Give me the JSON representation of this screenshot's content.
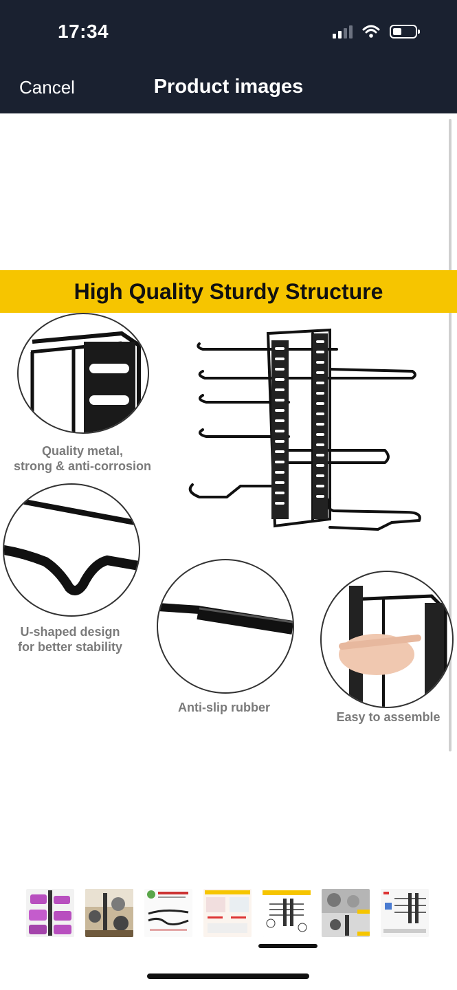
{
  "status_bar": {
    "time": "17:34"
  },
  "nav": {
    "cancel_label": "Cancel",
    "title": "Product images"
  },
  "image": {
    "banner": "High Quality Sturdy Structure",
    "features": [
      {
        "caption_lines": [
          "Quality metal,",
          "strong & anti-corrosion"
        ]
      },
      {
        "caption_lines": [
          "U-shaped design",
          "for better stability"
        ]
      },
      {
        "caption": "Anti-slip rubber"
      },
      {
        "caption": "Easy to assemble"
      }
    ]
  },
  "thumbnails": {
    "count": 7,
    "selected_index": 4,
    "colors": [
      "#b84fbf",
      "#8f7a5c",
      "#e8efe4",
      "#f1e2d6",
      "#f4eccb",
      "#a0a0a0",
      "#ececec"
    ]
  }
}
